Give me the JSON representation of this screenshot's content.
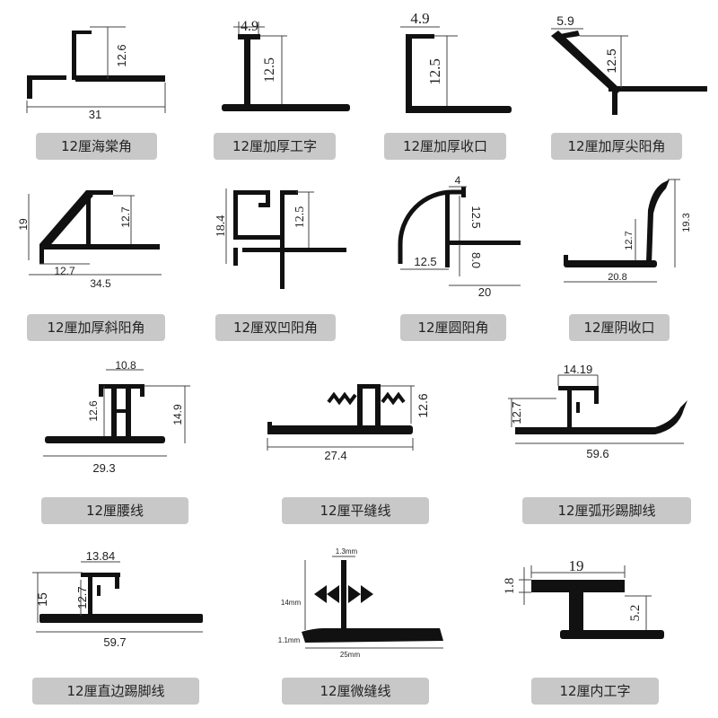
{
  "profiles": [
    {
      "name": "12厘海棠角",
      "dims": [
        "12.6",
        "31"
      ]
    },
    {
      "name": "12厘加厚工字",
      "dims": [
        "4.9",
        "12.5"
      ]
    },
    {
      "name": "12厘加厚收口",
      "dims": [
        "4.9",
        "12.5"
      ]
    },
    {
      "name": "12厘加厚尖阳角",
      "dims": [
        "5.9",
        "12.5"
      ]
    },
    {
      "name": "12厘加厚斜阳角",
      "dims": [
        "19",
        "12.7",
        "12.7",
        "34.5"
      ]
    },
    {
      "name": "12厘双凹阳角",
      "dims": [
        "18.4",
        "12.5"
      ]
    },
    {
      "name": "12厘圆阳角",
      "dims": [
        "4",
        "12.5",
        "12.5",
        "8.0",
        "20"
      ]
    },
    {
      "name": "12厘阴收口",
      "dims": [
        "12.7",
        "19.3",
        "20.8"
      ]
    },
    {
      "name": "12厘腰线",
      "dims": [
        "10.8",
        "12.6",
        "14.9",
        "29.3"
      ]
    },
    {
      "name": "12厘平缝线",
      "dims": [
        "12.6",
        "27.4"
      ]
    },
    {
      "name": "12厘弧形踢脚线",
      "dims": [
        "14.19",
        "12.7",
        "59.6"
      ]
    },
    {
      "name": "12厘直边踢脚线",
      "dims": [
        "13.84",
        "15",
        "12.7",
        "59.7"
      ]
    },
    {
      "name": "12厘微缝线",
      "dims": [
        "1.3mm",
        "14mm",
        "1.1mm",
        "25mm"
      ]
    },
    {
      "name": "12厘内工字",
      "dims": [
        "19",
        "1.8",
        "5.2"
      ]
    }
  ]
}
